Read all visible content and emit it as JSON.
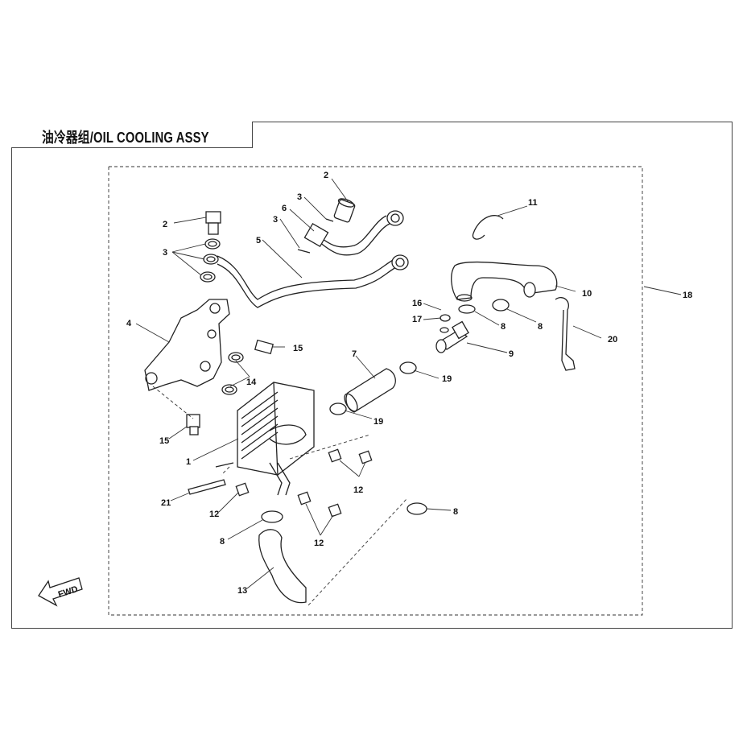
{
  "title": "油冷器组/OIL COOLING ASSY",
  "fwd_label": "FWD",
  "callouts": {
    "c1": "1",
    "c2a": "2",
    "c2b": "2",
    "c3a": "3",
    "c3b": "3",
    "c3c": "3",
    "c4": "4",
    "c5": "5",
    "c6": "6",
    "c7": "7",
    "c8a": "8",
    "c8b": "8",
    "c8c": "8",
    "c8d": "8",
    "c9": "9",
    "c10": "10",
    "c11": "11",
    "c12a": "12",
    "c12b": "12",
    "c12c": "12",
    "c13": "13",
    "c14": "14",
    "c15a": "15",
    "c15b": "15",
    "c16": "16",
    "c17": "17",
    "c18": "18",
    "c19a": "19",
    "c19b": "19",
    "c20": "20",
    "c21": "21"
  }
}
